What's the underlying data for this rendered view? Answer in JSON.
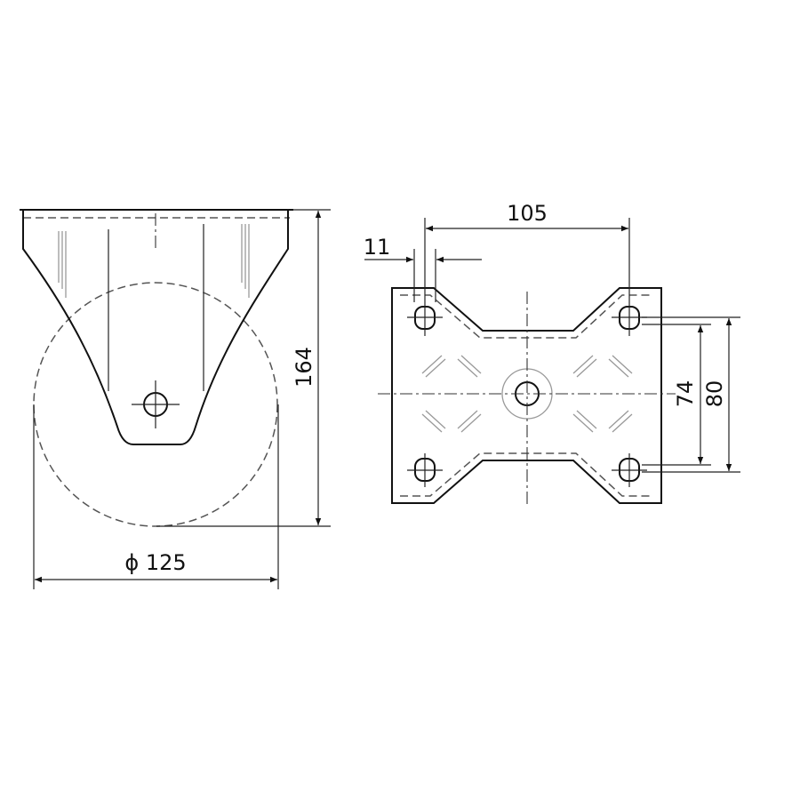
{
  "drawing": {
    "side_view": {
      "height_dimension": "164",
      "wheel_diameter_dimension": "ϕ 125"
    },
    "top_view": {
      "hole_spacing_dimension": "105",
      "hole_diameter_dimension": "11",
      "inner_spacing_dimension": "74",
      "outer_spacing_dimension": "80"
    }
  }
}
